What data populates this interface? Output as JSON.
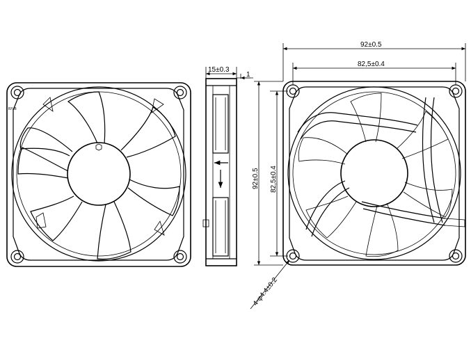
{
  "dimensions": {
    "overall_width": "92±0.5",
    "hole_pitch_width": "82,5±0.4",
    "overall_height": "92±0.5",
    "hole_pitch_height": "82,5±0.4",
    "thickness": "15±0.3",
    "offset": "1",
    "holes": "4-φ4.4±0.2"
  },
  "labels": {
    "corner_mark": "R/VB"
  },
  "colors": {
    "line": "#000000",
    "background": "#ffffff"
  }
}
